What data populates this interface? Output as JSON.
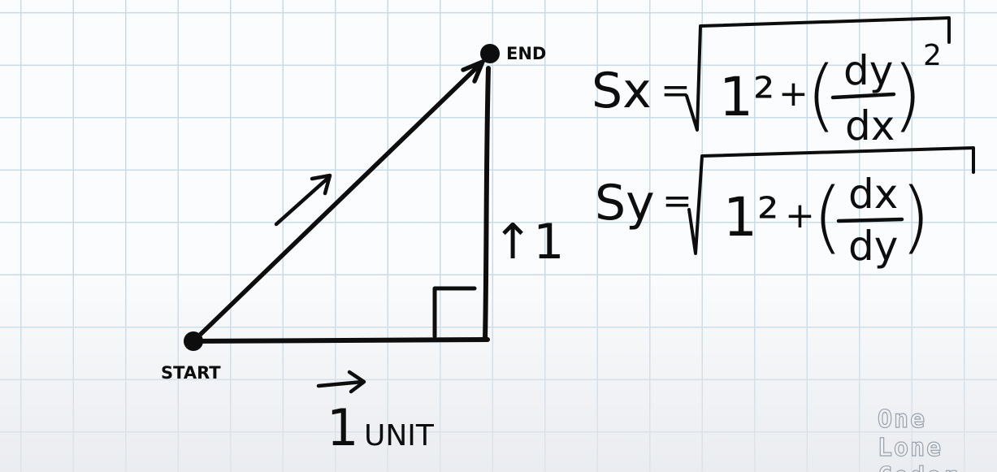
{
  "labels": {
    "start": "START",
    "end": "END",
    "vertical_length": "↑1",
    "horizontal_length": "1",
    "horizontal_unit": "UNIT"
  },
  "equations": {
    "sx": {
      "lhs": "Sx",
      "term1": "1²",
      "plus": "+",
      "frac_num": "dy",
      "frac_den": "dx",
      "power": "2"
    },
    "sy": {
      "lhs": "Sy",
      "term1": "1²",
      "plus": "+",
      "frac_num": "dx",
      "frac_den": "dy"
    }
  },
  "watermark": [
    "One",
    "Lone",
    "Coder"
  ]
}
